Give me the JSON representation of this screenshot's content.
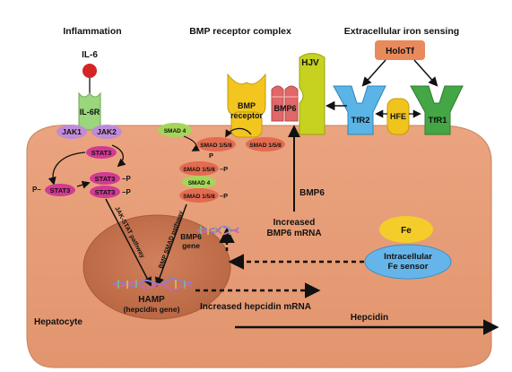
{
  "sections": {
    "inflammation": "Inflammation",
    "bmp_complex": "BMP receptor complex",
    "iron_sensing": "Extracellular iron sensing"
  },
  "il6": "IL-6",
  "il6r": "IL-6R",
  "jak1": "JAK1",
  "jak2": "JAK2",
  "stat3": "STAT3",
  "p": "P",
  "p_dash": "–P",
  "p_left": "P–",
  "hjv": "HJV",
  "holotf": "HoloTf",
  "bmp6": "BMP6",
  "bmp_receptor": [
    "BMP",
    "receptor"
  ],
  "tfr2": "TfR2",
  "hfe": "HFE",
  "tfr1": "TfR1",
  "smad4": "SMAD 4",
  "smad158": "SMAD 1/5/8",
  "jak_stat_pathway": "JAK-STAT pathway",
  "bmp_smad_pathway": "BMP SMAD pathway",
  "bmp6_gene": [
    "BMP6",
    "gene"
  ],
  "bmp6_arrow_label": "BMP6",
  "increased_bmp6_mrna": [
    "Increased",
    "BMP6 mRNA"
  ],
  "fe": "Fe",
  "intracellular_sensor": [
    "Intracellular",
    "Fe sensor"
  ],
  "hamp": "HAMP",
  "hamp_sub": "(hepcidin gene)",
  "increased_hepcidin_mrna": "Increased hepcidin mRNA",
  "hepatocyte": "Hepatocyte",
  "hepcidin": "Hepcidin",
  "colors": {
    "cell": "#e8a07a",
    "nucleus": "#c97550",
    "jak": "#c08bd6",
    "stat3": "#d23a93",
    "smad": "#e36b50",
    "smad4": "#a5d65a",
    "receptor_yellow": "#f2c61f",
    "bmp6": "#e06868",
    "hjv": "#c6d21f",
    "holotf": "#e98a5d",
    "tfr2": "#5ab4e6",
    "hfe": "#f0c41c",
    "tfr1": "#45a646",
    "fe": "#f4cd2b",
    "sensor": "#66b5ea",
    "il6": "#d42424",
    "il6r": "#9ad77c"
  }
}
